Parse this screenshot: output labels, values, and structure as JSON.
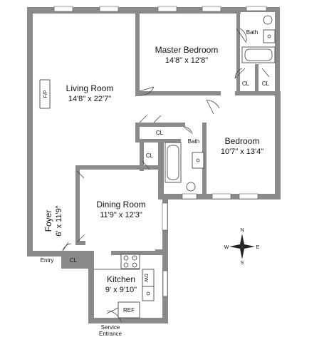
{
  "rooms": {
    "living_room": {
      "name": "Living Room",
      "size": "14'8\" x 22'7\""
    },
    "master_bedroom": {
      "name": "Master Bedroom",
      "size": "14'8\" x 12'8\""
    },
    "bedroom": {
      "name": "Bedroom",
      "size": "10'7\" x 13'4\""
    },
    "dining_room": {
      "name": "Dining Room",
      "size": "11'9\" x 12'3\""
    },
    "kitchen": {
      "name": "Kitchen",
      "size": "9' x 9'10\""
    },
    "foyer": {
      "name": "Foyer",
      "size": "6' x 11'9\""
    }
  },
  "labels": {
    "fireplace": "F/P",
    "bath_top": "Bath",
    "bath_mid": "Bath",
    "closet_master_1": "CL",
    "closet_master_2": "CL",
    "closet_hall": "CL",
    "closet_dining": "CL",
    "closet_entry": "CL",
    "entry": "Entry",
    "service_line1": "Service",
    "service_line2": "Entrance",
    "dishwasher": "DW",
    "refrigerator": "REF"
  },
  "compass": {
    "n": "N",
    "s": "S",
    "e": "E",
    "w": "W"
  },
  "colors": {
    "wall": "#8a8a8a",
    "line": "#333333",
    "background": "#ffffff"
  }
}
